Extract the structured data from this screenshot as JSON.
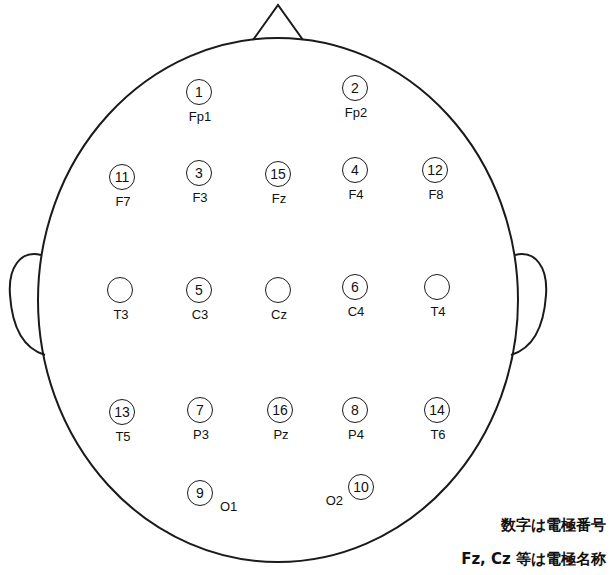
{
  "diagram": {
    "nodes": [
      {
        "text": [
          "1",
          "Fp1"
        ]
      },
      {
        "text": [
          "2",
          "Fp2"
        ]
      },
      {
        "text": [
          "11",
          "F7"
        ]
      },
      {
        "text": [
          "3",
          "F3"
        ]
      },
      {
        "text": [
          "15",
          "Fz"
        ]
      },
      {
        "text": [
          "4",
          "F4"
        ]
      },
      {
        "text": [
          "12",
          "F8"
        ]
      },
      {
        "text": [
          "T3"
        ]
      },
      {
        "text": [
          "5",
          "C3"
        ]
      },
      {
        "text": [
          "Cz"
        ]
      },
      {
        "text": [
          "6",
          "C4"
        ]
      },
      {
        "text": [
          "T4"
        ]
      },
      {
        "text": [
          "13",
          "T5"
        ]
      },
      {
        "text": [
          "7",
          "P3"
        ]
      },
      {
        "text": [
          "16",
          "Pz"
        ]
      },
      {
        "text": [
          "8",
          "P4"
        ]
      },
      {
        "text": [
          "14",
          "T6"
        ]
      },
      {
        "text": [
          "9",
          "O1"
        ]
      },
      {
        "text": [
          "10",
          "O2"
        ]
      }
    ],
    "labels": [
      "数字は電極番号",
      "Fz, Cz 等は電極名称"
    ]
  }
}
